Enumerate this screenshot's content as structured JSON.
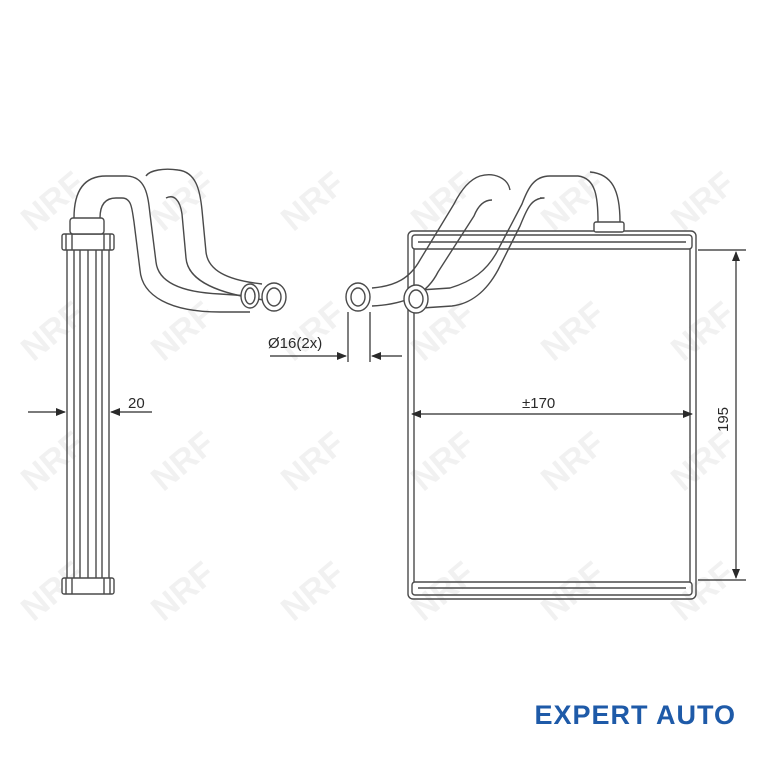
{
  "watermark": {
    "text": "NRF"
  },
  "dimensions": {
    "core_width": "±170",
    "core_height": "195",
    "core_thickness": "20",
    "pipe_diameter": "Ø16(2x)"
  },
  "brand": {
    "text": "EXPERT AUTO",
    "color": "#1e5aa8"
  },
  "colors": {
    "line": "#4a4a4a",
    "watermark": "#f1f1f1"
  }
}
